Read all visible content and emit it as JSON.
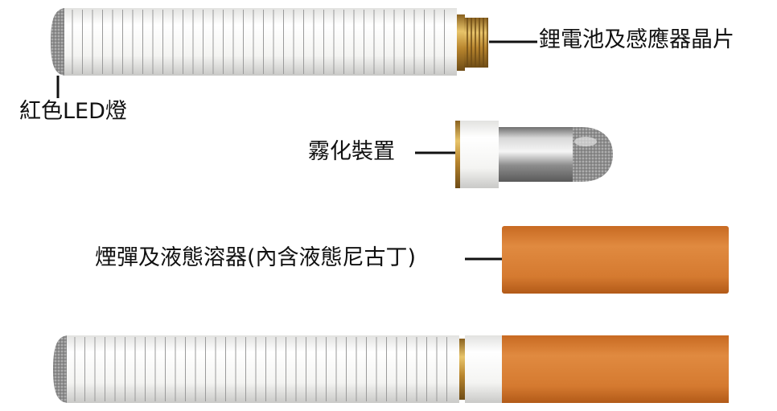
{
  "labels": {
    "battery": "鋰電池及感應器晶片",
    "led": "紅色LED燈",
    "atomizer": "霧化裝置",
    "cartridge": "煙彈及液態溶器(內含液態尼古丁)"
  },
  "colors": {
    "white_body": "#f7f7f5",
    "ring_line": "#9a9a9a",
    "orange": "#d5772d",
    "gold": "#c99a3c",
    "chrome": "#a9a9a9",
    "led_tip": "#8a9191"
  }
}
